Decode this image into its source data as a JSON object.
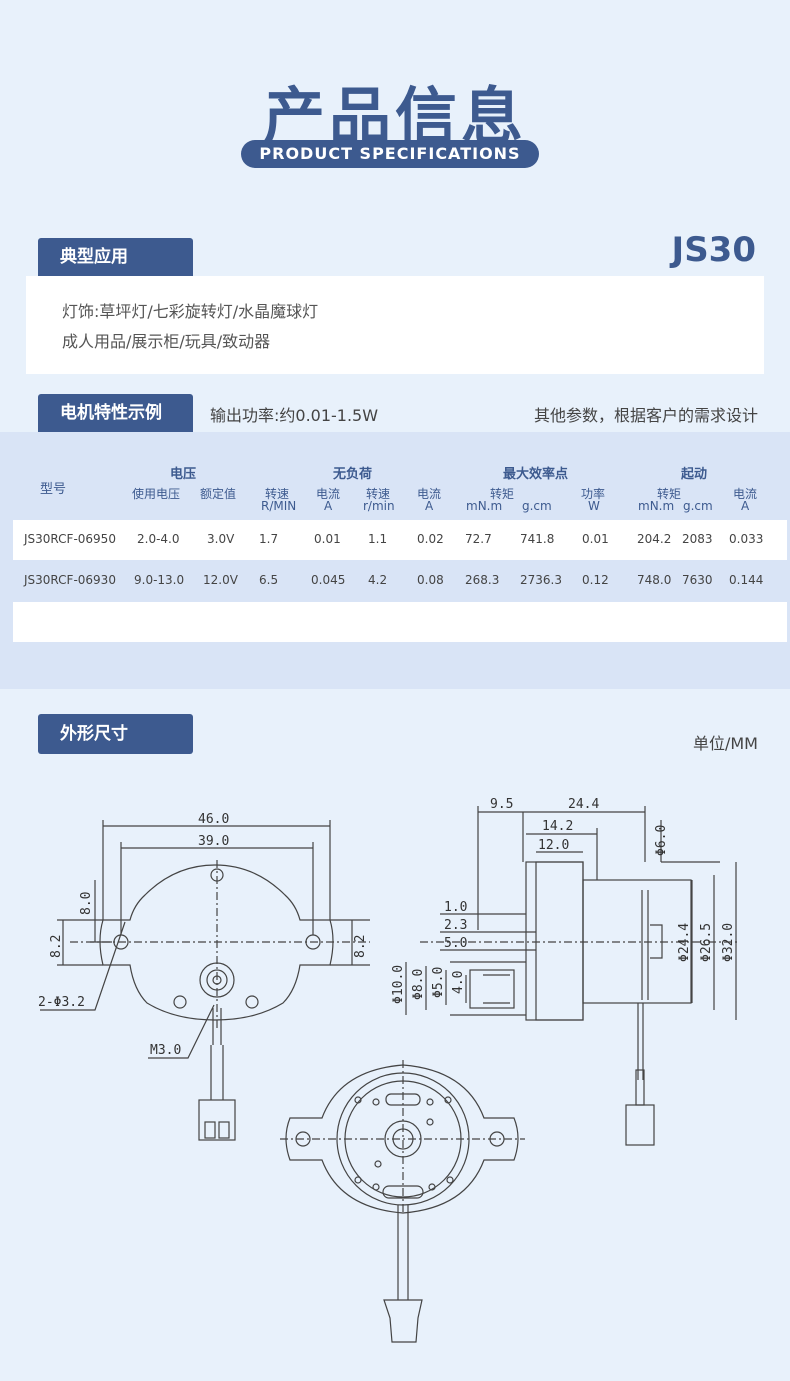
{
  "header": {
    "title_cn": "产品信息",
    "title_en": "PRODUCT SPECIFICATIONS"
  },
  "application": {
    "tag": "典型应用",
    "model": "JS30",
    "line1": "灯饰:草坪灯/七彩旋转灯/水晶魔球灯",
    "line2": "成人用品/展示柜/玩具/致动器"
  },
  "motor": {
    "tag": "电机特性示例",
    "power": "输出功率:约0.01-1.5W",
    "other": "其他参数，根据客户的需求设计"
  },
  "table": {
    "groups": {
      "model": "型号",
      "voltage": "电压",
      "noload": "无负荷",
      "maxeff": "最大效率点",
      "start": "起动"
    },
    "sub": {
      "v_use": "使用电压",
      "v_rated": "额定值",
      "speed1": "转速",
      "speed1_unit": "R/MIN",
      "cur1": "电流",
      "cur1_unit": "A",
      "speed2": "转速",
      "speed2_unit": "r/min",
      "cur2": "电流",
      "cur2_unit": "A",
      "torque": "转矩",
      "torque_u1": "mN.m",
      "torque_u2": "g.cm",
      "pw": "功率",
      "pw_unit": "W",
      "storque": "转矩",
      "storque_u1": "mN.m",
      "storque_u2": "g.cm",
      "scur": "电流",
      "scur_unit": "A"
    },
    "rows": [
      [
        "JS30RCF-06950",
        "2.0-4.0",
        "3.0V",
        "1.7",
        "0.01",
        "1.1",
        "0.02",
        "72.7",
        "741.8",
        "0.01",
        "204.2",
        "2083",
        "0.033"
      ],
      [
        "JS30RCF-06930",
        "9.0-13.0",
        "12.0V",
        "6.5",
        "0.045",
        "4.2",
        "0.08",
        "268.3",
        "2736.3",
        "0.12",
        "748.0",
        "7630",
        "0.144"
      ]
    ]
  },
  "dimensions": {
    "tag": "外形尺寸",
    "unit": "单位/MM",
    "labels": {
      "w46": "46.0",
      "w39": "39.0",
      "h8a": "8.0",
      "h82l": "8.2",
      "h82r": "8.2",
      "holes": "2-Φ3.2",
      "m3": "M3.0",
      "d95": "9.5",
      "d244": "24.4",
      "d142": "14.2",
      "d120": "12.0",
      "d60": "Φ6.0",
      "d10": "1.0",
      "d23": "2.3",
      "d50": "5.0",
      "p10": "Φ10.0",
      "p8": "Φ8.0",
      "p5": "Φ5.0",
      "p4": "4.0",
      "p244": "Φ24.4",
      "p265": "Φ26.5",
      "p32": "Φ32.0"
    }
  }
}
